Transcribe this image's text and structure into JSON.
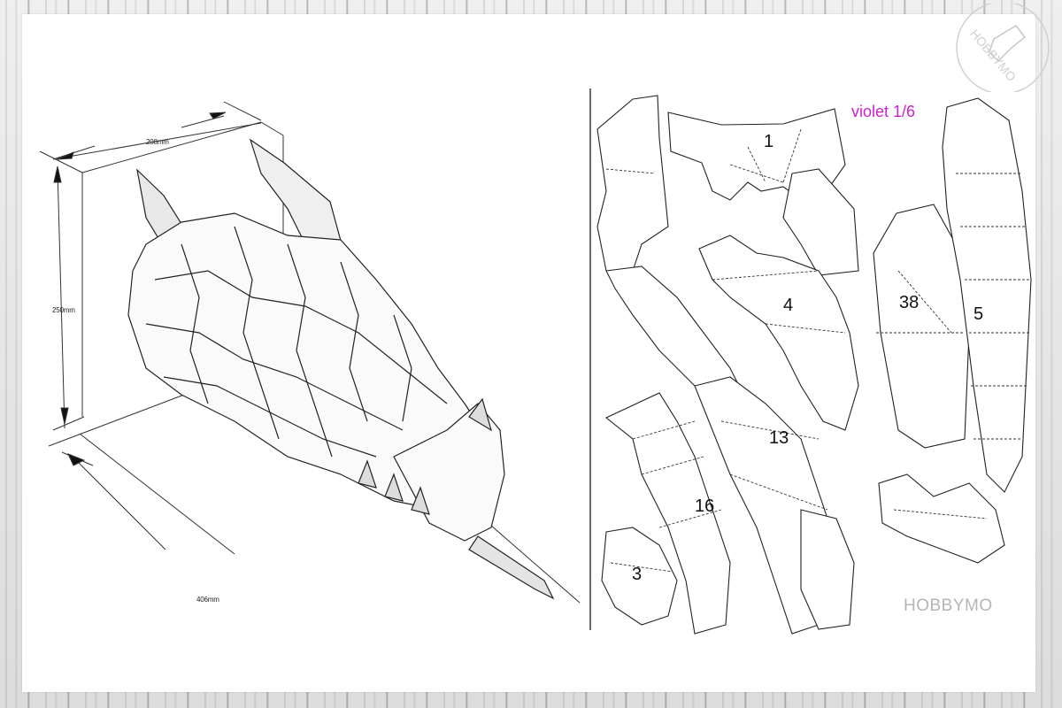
{
  "image": {
    "subject": "Papercraft dragon head model with dimensions and unfolded pattern sheet",
    "background": "whitewashed wood planks"
  },
  "dimensions": {
    "width": "208mm",
    "height": "250mm",
    "depth": "406mm"
  },
  "pattern_sheet": {
    "color_label": "violet 1/6",
    "color_label_hex": "#cc22cc",
    "piece_numbers": [
      "1",
      "4",
      "38",
      "5",
      "13",
      "16",
      "3"
    ]
  },
  "branding": {
    "watermark_text": "HOBBYMO",
    "stamp_text": "HOBBYMO"
  }
}
